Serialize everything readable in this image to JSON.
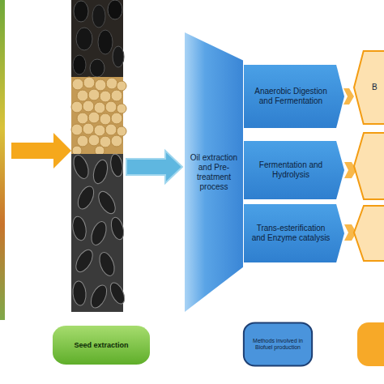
{
  "diagram": {
    "nodes": [
      {
        "text": [
          "Oil extraction and Pre-treatment process"
        ]
      },
      {
        "text": [
          "Anaerobic Digestion and Fermentation"
        ]
      },
      {
        "text": [
          "Fermentation and Hydrolysis"
        ]
      },
      {
        "text": [
          "Trans-esterification and Enzyme catalysis"
        ]
      },
      {
        "text": [
          "B"
        ]
      },
      {
        "text": [
          "Seed extraction"
        ]
      },
      {
        "text": [
          "Methods involved in Biofuel production"
        ]
      }
    ],
    "edges": [
      {
        "from": 1,
        "to": 4,
        "arrow": "to"
      }
    ]
  }
}
